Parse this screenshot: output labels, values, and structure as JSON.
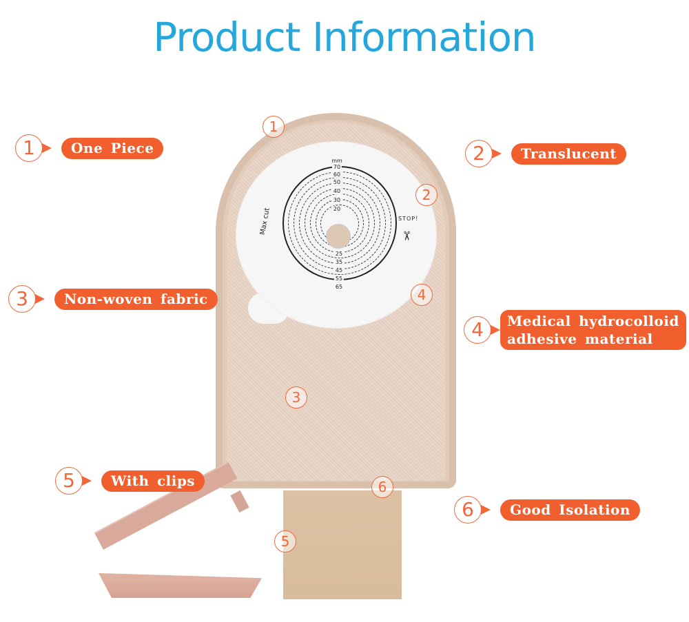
{
  "header": {
    "title": "Product Information"
  },
  "theme": {
    "title_color": "#25a7dc",
    "accent": "#f25f2e",
    "pouch_color": "#e2cbb9"
  },
  "callouts": [
    {
      "number": "1",
      "label": "One Piece"
    },
    {
      "number": "2",
      "label": "Translucent"
    },
    {
      "number": "3",
      "label": "Non-woven fabric"
    },
    {
      "number": "4",
      "label_lines": [
        "Medical hydrocolloid",
        "adhesive material"
      ]
    },
    {
      "number": "5",
      "label": "With clips"
    },
    {
      "number": "6",
      "label": "Good Isolation"
    }
  ],
  "product": {
    "markers": [
      "1",
      "2",
      "3",
      "4",
      "5",
      "6"
    ],
    "flange": {
      "unit": "mm",
      "top_scale": [
        "70",
        "60",
        "50",
        "40",
        "30",
        "20"
      ],
      "bottom_scale": [
        "25",
        "35",
        "45",
        "55",
        "65"
      ],
      "max_cut_label": "Max cut",
      "stop_label": "STOP!",
      "scissors_glyph": "✂"
    }
  }
}
